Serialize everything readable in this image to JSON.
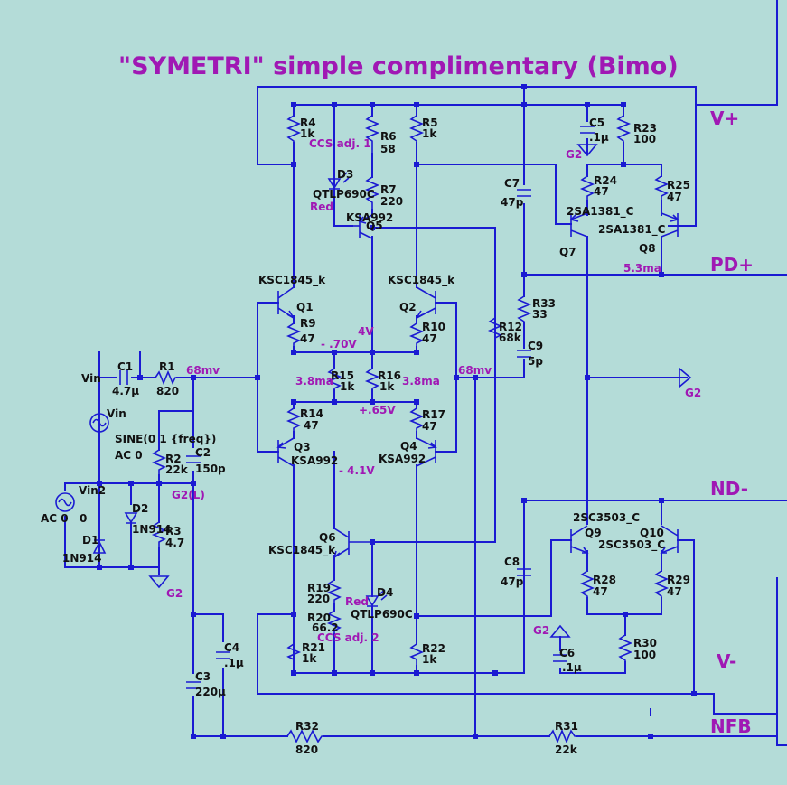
{
  "title": "\"SYMETRI\"  simple complimentary (Bimo)",
  "colors": {
    "background": "#b4dcd8",
    "wire": "#1a1ad2",
    "annotation": "#a018b4",
    "label": "#111111"
  },
  "rails": {
    "vplus": "V+",
    "pdplus": "PD+",
    "ndminus": "ND-",
    "vminus": "V-",
    "nfb": "NFB"
  },
  "components": {
    "r1": {
      "name": "R1",
      "value": "820"
    },
    "r2": {
      "name": "R2",
      "value": "22k"
    },
    "r3": {
      "name": "R3",
      "value": "4.7"
    },
    "r4": {
      "name": "R4",
      "value": "1k"
    },
    "r5": {
      "name": "R5",
      "value": "1k"
    },
    "r6": {
      "name": "R6",
      "value": "58"
    },
    "r7": {
      "name": "R7",
      "value": "220"
    },
    "r9": {
      "name": "R9",
      "value": "47"
    },
    "r10": {
      "name": "R10",
      "value": "47"
    },
    "r12": {
      "name": "R12",
      "value": "68k"
    },
    "r14": {
      "name": "R14",
      "value": "47"
    },
    "r15": {
      "name": "R15",
      "value": "1k"
    },
    "r16": {
      "name": "R16",
      "value": "1k"
    },
    "r17": {
      "name": "R17",
      "value": "47"
    },
    "r19": {
      "name": "R19",
      "value": "220"
    },
    "r20": {
      "name": "R20",
      "value": "66.2"
    },
    "r21": {
      "name": "R21",
      "value": "1k"
    },
    "r22": {
      "name": "R22",
      "value": "1k"
    },
    "r23": {
      "name": "R23",
      "value": "100"
    },
    "r24": {
      "name": "R24",
      "value": "47"
    },
    "r25": {
      "name": "R25",
      "value": "47"
    },
    "r28": {
      "name": "R28",
      "value": "47"
    },
    "r29": {
      "name": "R29",
      "value": "47"
    },
    "r30": {
      "name": "R30",
      "value": "100"
    },
    "r31": {
      "name": "R31",
      "value": "22k"
    },
    "r32": {
      "name": "R32",
      "value": "820"
    },
    "r33": {
      "name": "R33",
      "value": "33"
    },
    "c1": {
      "name": "C1",
      "value": "4.7µ"
    },
    "c2": {
      "name": "C2",
      "value": "150p"
    },
    "c3": {
      "name": "C3",
      "value": "220µ"
    },
    "c4": {
      "name": "C4",
      "value": ".1µ"
    },
    "c5": {
      "name": "C5",
      "value": ".1µ"
    },
    "c6": {
      "name": "C6",
      "value": ".1µ"
    },
    "c7": {
      "name": "C7",
      "value": "47p"
    },
    "c8": {
      "name": "C8",
      "value": "47p"
    },
    "c9": {
      "name": "C9",
      "value": "5p"
    },
    "d1": {
      "name": "D1",
      "value": "1N914"
    },
    "d2": {
      "name": "D2",
      "value": "1N914"
    },
    "d3": {
      "name": "D3",
      "value": "QTLP690C",
      "extra": "Red"
    },
    "d4": {
      "name": "D4",
      "value": "QTLP690C",
      "extra": "Red"
    },
    "q1": {
      "name": "Q1",
      "value": "KSC1845_k"
    },
    "q2": {
      "name": "Q2",
      "value": "KSC1845_k"
    },
    "q3": {
      "name": "Q3",
      "value": "KSA992"
    },
    "q4": {
      "name": "Q4",
      "value": "KSA992"
    },
    "q5": {
      "name": "Q5",
      "value": "KSA992"
    },
    "q6": {
      "name": "Q6",
      "value": "KSC1845_k"
    },
    "q7": {
      "name": "Q7",
      "value": "2SA1381_C"
    },
    "q8": {
      "name": "Q8",
      "value": "2SA1381_C"
    },
    "q9": {
      "name": "Q9",
      "value": "2SC3503_C"
    },
    "q10": {
      "name": "Q10",
      "value": "2SC3503_C"
    }
  },
  "sources": {
    "vin_label": "Vin",
    "vin_name": "Vin",
    "vin_spec": "SINE(0 1 {freq})",
    "vin_ac": "AC 0",
    "vin2_name": "Vin2",
    "vin2_ac": "AC 0",
    "vin2_value": "0"
  },
  "grounds": {
    "g2": "G2",
    "g2l": "G2(L)"
  },
  "annotations": {
    "ccs1": "CCS adj. 1",
    "ccs2": "CCS adj. 2",
    "v_4": "4V",
    "v_neg070": "- .70V",
    "v_065": "+.65V",
    "v_neg41": "- 4.1V",
    "i_left": "3.8ma",
    "i_right": "3.8ma",
    "mv_left": "68mv",
    "mv_right": "68mv",
    "i_out": "5.3ma"
  }
}
